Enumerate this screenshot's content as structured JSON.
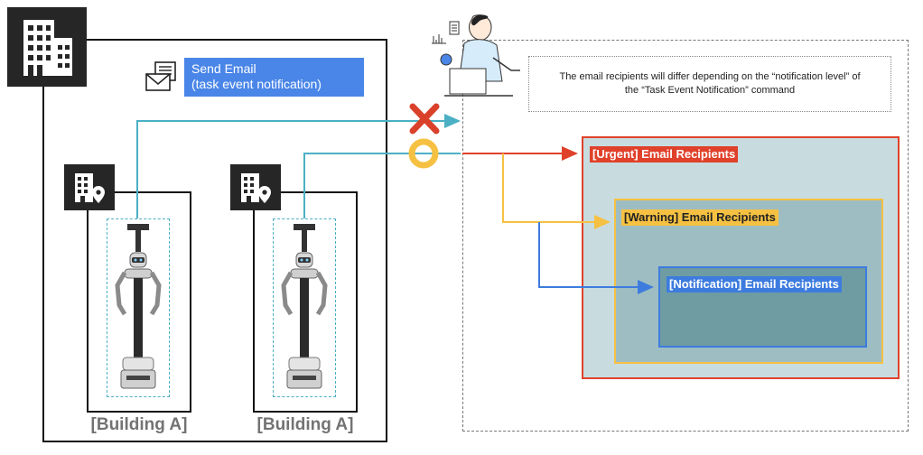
{
  "send_email": {
    "line1": "Send Email",
    "line2": "(task event notification)"
  },
  "buildings": [
    {
      "label": "[Building A]"
    },
    {
      "label": "[Building A]"
    }
  ],
  "note": {
    "line1": "The email recipients will differ depending on the “notification level” of",
    "line2": "the “Task Event Notification” command"
  },
  "recipients": {
    "urgent": "[Urgent] Email Recipients",
    "warning": "[Warning] Email Recipients",
    "notification": "[Notification] Email Recipients"
  },
  "colors": {
    "urgent": "#e0412a",
    "warning": "#f6c142",
    "notification": "#3d7cde",
    "connector": "#4bb0c4",
    "send_email_bg": "#4a86e8"
  },
  "icons": [
    "office-building-icon",
    "building-location-icon",
    "email-document-icon",
    "person-at-laptop-icon",
    "x-mark-icon",
    "circle-mark-icon",
    "robot-icon"
  ]
}
